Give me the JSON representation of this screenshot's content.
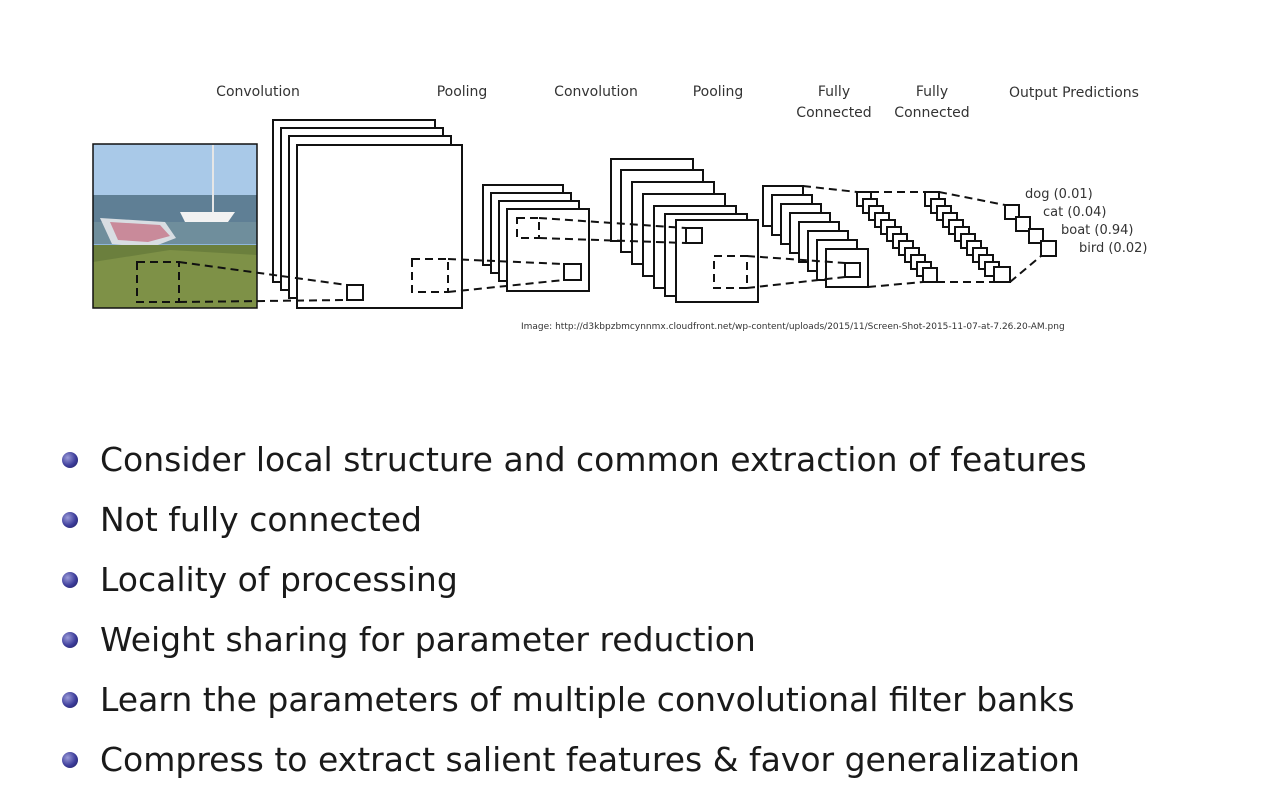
{
  "diagram": {
    "stage_labels": {
      "conv1": "Convolution",
      "pool1": "Pooling",
      "conv2": "Convolution",
      "pool2": "Pooling",
      "fc1": [
        "Fully",
        "Connected"
      ],
      "fc2": [
        "Fully",
        "Connected"
      ],
      "output": "Output Predictions"
    },
    "predictions": [
      "dog (0.01)",
      "cat (0.04)",
      "boat (0.94)",
      "bird (0.02)"
    ],
    "image_credit": "Image: http://d3kbpzbmcynnmx.cloudfront.net/wp-content/uploads/2015/11/Screen-Shot-2015-11-07-at-7.26.20-AM.png"
  },
  "bullets": [
    "Consider local structure and common extraction of features",
    "Not fully connected",
    "Locality of processing",
    "Weight sharing for parameter reduction",
    "Learn the parameters of multiple convolutional filter banks",
    "Compress to extract salient features & favor generalization"
  ],
  "colors": {
    "bullet": "#3d3d9a",
    "diagram_stroke": "#111111"
  }
}
